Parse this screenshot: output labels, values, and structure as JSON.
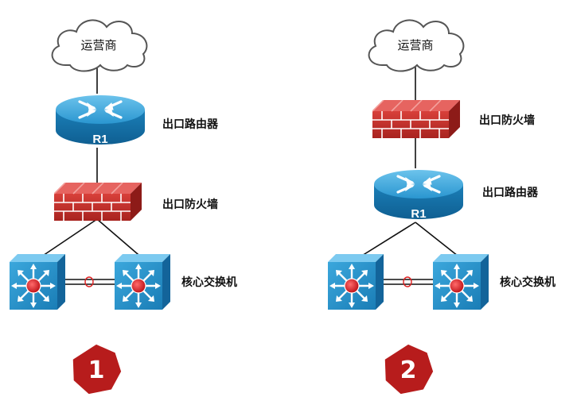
{
  "diagram_1": {
    "cloud_label": "运营商",
    "router_name": "R1",
    "router_label": "出口路由器",
    "firewall_label": "出口防火墙",
    "switch_label": "核心交换机",
    "badge": "1"
  },
  "diagram_2": {
    "cloud_label": "运营商",
    "router_name": "R1",
    "router_label": "出口路由器",
    "firewall_label": "出口防火墙",
    "switch_label": "核心交换机",
    "badge": "2"
  },
  "colors": {
    "router": "#1a8fc9",
    "switch": "#1f8dc4",
    "firewall": "#c8322f",
    "badge": "#b71c1c"
  }
}
